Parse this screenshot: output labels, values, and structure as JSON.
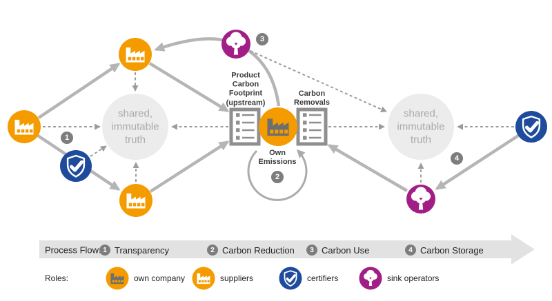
{
  "colors": {
    "orange": "#F49B00",
    "purple": "#A11E86",
    "blue": "#1E4B9B",
    "arrow_gray": "#B5B5B5",
    "dash_gray": "#9C9C9C",
    "truth_fill": "#ECECEC",
    "badge_gray": "#7D7D7D",
    "bar_gray": "#E2E2E2"
  },
  "diagram": {
    "truth_text": "shared,\nimmutable\ntruth",
    "product_label": "Product\nCarbon\nFootprint\n(upstream)",
    "removals_label": "Carbon\nRemovals",
    "own_emissions_label": "Own\nEmissions",
    "badge_1": "1",
    "badge_2": "2",
    "badge_3": "3",
    "badge_4": "4"
  },
  "process_flow": {
    "title": "Process Flow:",
    "steps": [
      {
        "num": "1",
        "label": "Transparency"
      },
      {
        "num": "2",
        "label": "Carbon Reduction"
      },
      {
        "num": "3",
        "label": "Carbon Use"
      },
      {
        "num": "4",
        "label": "Carbon Storage"
      }
    ]
  },
  "roles": {
    "title": "Roles:",
    "items": [
      {
        "icon": "own-company-factory-icon",
        "label": "own company"
      },
      {
        "icon": "suppliers-factory-icon",
        "label": "suppliers"
      },
      {
        "icon": "certifiers-shield-icon",
        "label": "certifiers"
      },
      {
        "icon": "sink-operators-tree-icon",
        "label": "sink operators"
      }
    ]
  }
}
